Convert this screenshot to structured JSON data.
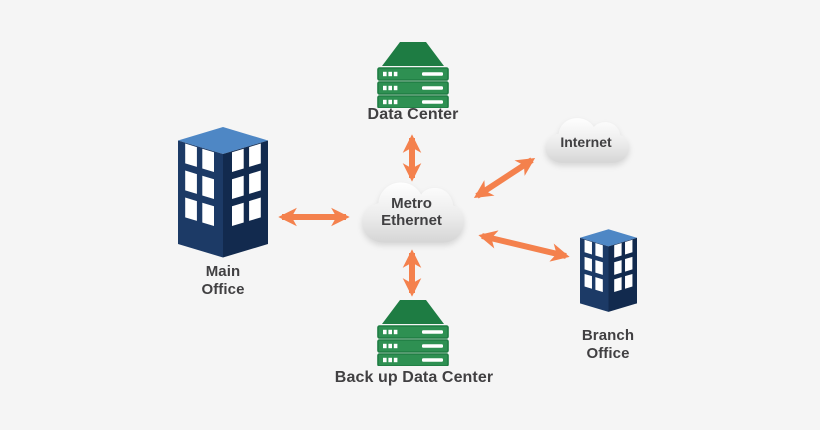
{
  "diagram": {
    "nodes": {
      "data_center": {
        "label": "Data Center",
        "icon": "server-stack-icon"
      },
      "backup_data_center": {
        "label": "Back up Data Center",
        "icon": "server-stack-icon"
      },
      "internet": {
        "label": "Internet",
        "icon": "cloud-icon"
      },
      "metro_ethernet": {
        "label_line1": "Metro",
        "label_line2": "Ethernet",
        "icon": "cloud-icon"
      },
      "main_office": {
        "label_line1": "Main",
        "label_line2": "Office",
        "icon": "office-building-icon"
      },
      "branch_office": {
        "label_line1": "Branch",
        "label_line2": "Office",
        "icon": "office-building-icon"
      }
    },
    "links": [
      {
        "from": "main_office",
        "to": "metro_ethernet",
        "style": "double-arrow"
      },
      {
        "from": "data_center",
        "to": "metro_ethernet",
        "style": "double-arrow"
      },
      {
        "from": "internet",
        "to": "metro_ethernet",
        "style": "double-arrow"
      },
      {
        "from": "branch_office",
        "to": "metro_ethernet",
        "style": "double-arrow"
      },
      {
        "from": "backup_data_center",
        "to": "metro_ethernet",
        "style": "double-arrow"
      }
    ],
    "colors": {
      "background": "#f5f5f5",
      "arrow": "#f4814d",
      "building_top": "#4e87c5",
      "building_left": "#1c3a66",
      "building_right": "#122a4e",
      "server_dark": "#1e7c43",
      "server_mid": "#2e9052",
      "window": "#ffffff",
      "cloud_light": "#fefefe",
      "cloud_mid": "#ececec",
      "cloud_dark": "#d5d5d5",
      "label_text": "#414042"
    }
  }
}
